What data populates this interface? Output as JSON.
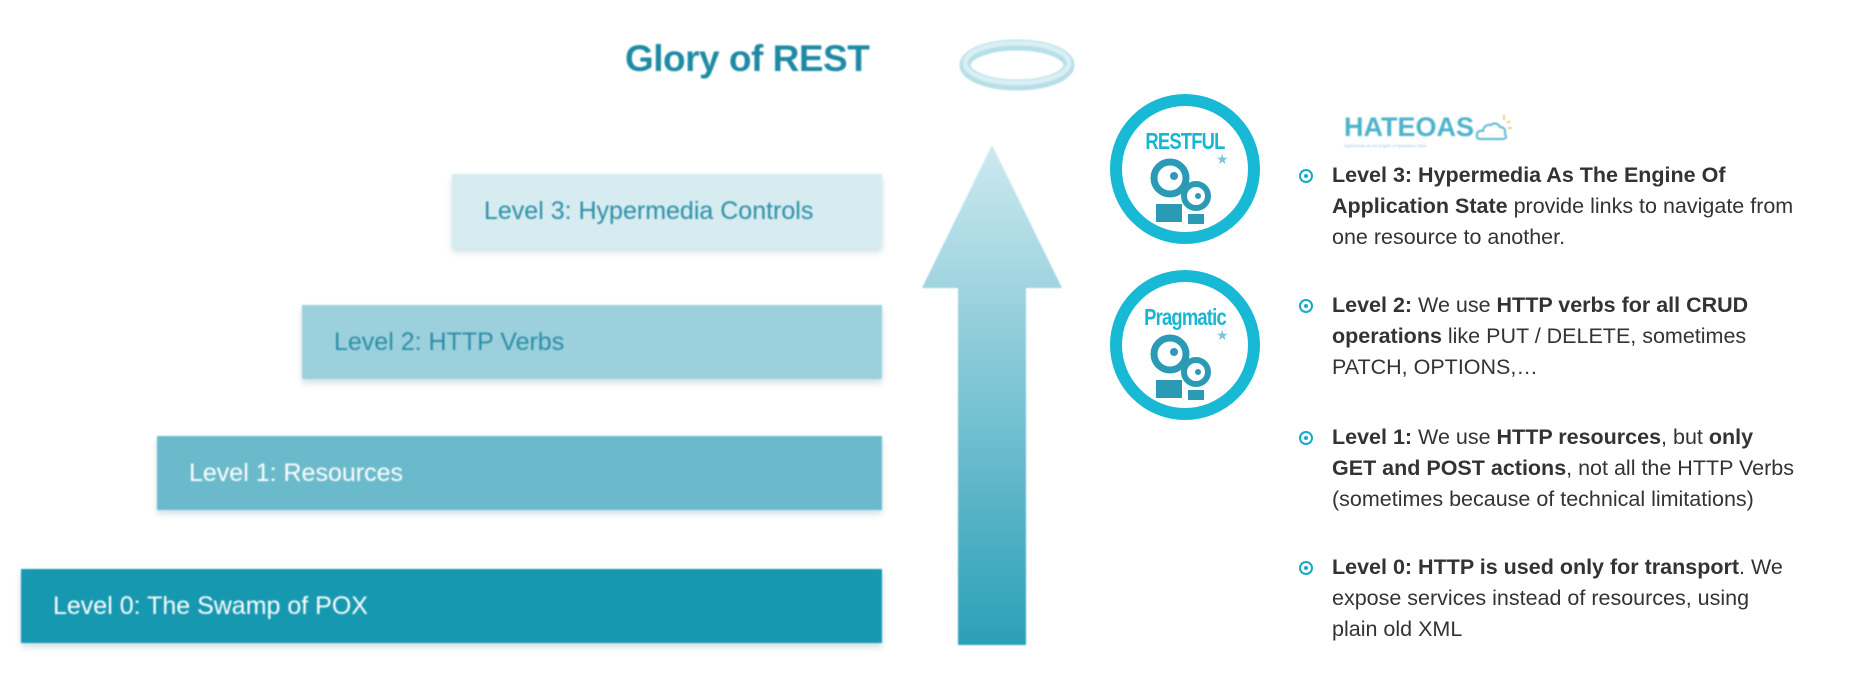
{
  "title": "Glory of REST",
  "steps": [
    {
      "label": "Level 0: The Swamp of POX"
    },
    {
      "label": "Level 1: Resources"
    },
    {
      "label": "Level 2: HTTP Verbs"
    },
    {
      "label": "Level 3: Hypermedia Controls"
    }
  ],
  "badges": {
    "restful": "RESTFUL",
    "pragmatic": "Pragmatic"
  },
  "hateoas": {
    "logo": "HATEOAS",
    "tagline": "Hypermedia as the Engine of Application State"
  },
  "bullets": {
    "level3": [
      "Level 3: Hypermedia As The Engine Of",
      "Application State",
      " provide links to navigate from",
      "one resource to another."
    ],
    "level2": [
      "Level 2:",
      " We use ",
      "HTTP verbs for all CRUD",
      "operations",
      " like PUT / DELETE, sometimes",
      "PATCH, OPTIONS,…"
    ],
    "level1": [
      "Level 1:",
      " We use ",
      "HTTP resources",
      ", but ",
      "only",
      "GET and POST actions",
      ", not all the HTTP Verbs",
      "(sometimes because of technical limitations)"
    ],
    "level0": [
      "Level 0: HTTP is used only for transport",
      ". We",
      "expose services instead of resources, using",
      "plain old XML"
    ]
  },
  "colors": {
    "accent": "#18b9d4",
    "level0": "#1598b0",
    "level1": "#6bbacb",
    "level2": "#9dd0dd",
    "level3": "#d6ecf1"
  }
}
